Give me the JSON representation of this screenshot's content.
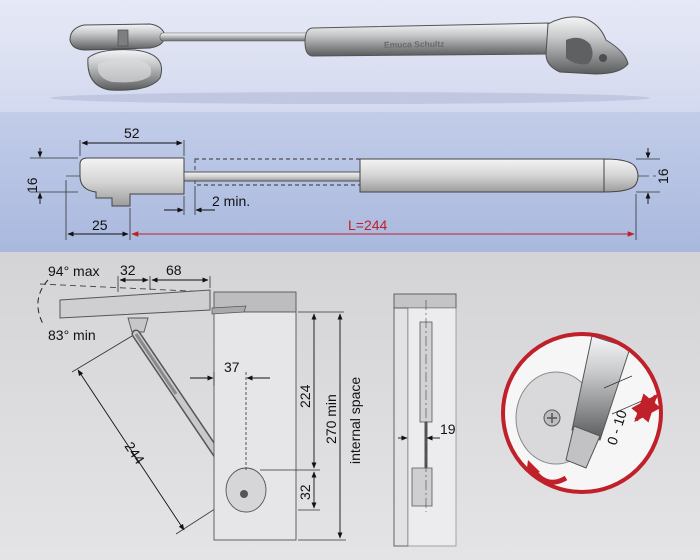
{
  "photo": {
    "brand_engraving": "Emuca Schultz"
  },
  "side_view": {
    "dim_body_length": "52",
    "dim_height_left": "16",
    "dim_height_right": "16",
    "dim_stroke_min": "2 min.",
    "dim_offset": "25",
    "dim_total_length": "L=244"
  },
  "install_view": {
    "angle_max": "94° max",
    "angle_min": "83° min",
    "dim_top_a": "32",
    "dim_top_b": "68",
    "dim_horizontal": "37",
    "dim_strut_length": "244",
    "dim_vertical_mount": "224",
    "dim_bottom": "32",
    "dim_min_space": "270 min",
    "label_internal_space": "internal space",
    "dim_side_offset": "19"
  },
  "detail_view": {
    "adjust_range": "0 - 10"
  },
  "colors": {
    "photo_band": "#dde2f3",
    "drawing_band": "#b4c2e2",
    "install_band": "#dcdcdc",
    "dimension_red": "#c0202a",
    "detail_ring": "#c0202a"
  }
}
